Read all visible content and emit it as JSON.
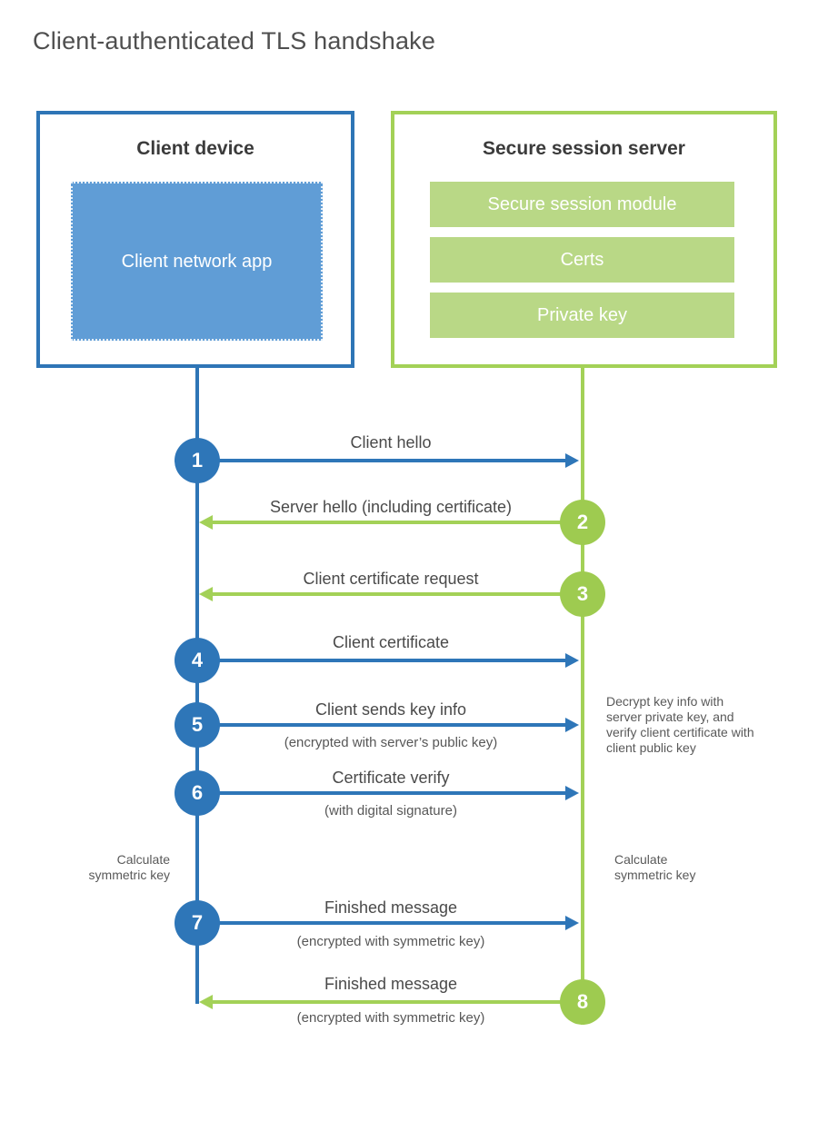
{
  "title": "Client-authenticated TLS handshake",
  "client": {
    "title": "Client device",
    "app_label": "Client network app"
  },
  "server": {
    "title": "Secure session server",
    "modules": [
      "Secure session module",
      "Certs",
      "Private key"
    ]
  },
  "steps": [
    {
      "num": "1",
      "label": "Client hello",
      "sublabel": "",
      "direction": "client-to-server",
      "color": "blue"
    },
    {
      "num": "2",
      "label": "Server hello (including certificate)",
      "sublabel": "",
      "direction": "server-to-client",
      "color": "green"
    },
    {
      "num": "3",
      "label": "Client certificate request",
      "sublabel": "",
      "direction": "server-to-client",
      "color": "green"
    },
    {
      "num": "4",
      "label": "Client certificate",
      "sublabel": "",
      "direction": "client-to-server",
      "color": "blue"
    },
    {
      "num": "5",
      "label": "Client sends key info",
      "sublabel": "(encrypted with server’s public key)",
      "direction": "client-to-server",
      "color": "blue"
    },
    {
      "num": "6",
      "label": "Certificate verify",
      "sublabel": "(with digital signature)",
      "direction": "client-to-server",
      "color": "blue"
    },
    {
      "num": "7",
      "label": "Finished message",
      "sublabel": "(encrypted with symmetric key)",
      "direction": "client-to-server",
      "color": "blue"
    },
    {
      "num": "8",
      "label": "Finished message",
      "sublabel": "(encrypted with symmetric key)",
      "direction": "server-to-client",
      "color": "green"
    }
  ],
  "notes": {
    "decrypt": "Decrypt key info with server private key, and verify client certificate with client public key",
    "calc_left": "Calculate symmetric key",
    "calc_right": "Calculate symmetric key"
  },
  "colors": {
    "blue": "#2e76b8",
    "blue_fill": "#609dd6",
    "green": "#a3d157",
    "green_fill": "#b9d886"
  }
}
